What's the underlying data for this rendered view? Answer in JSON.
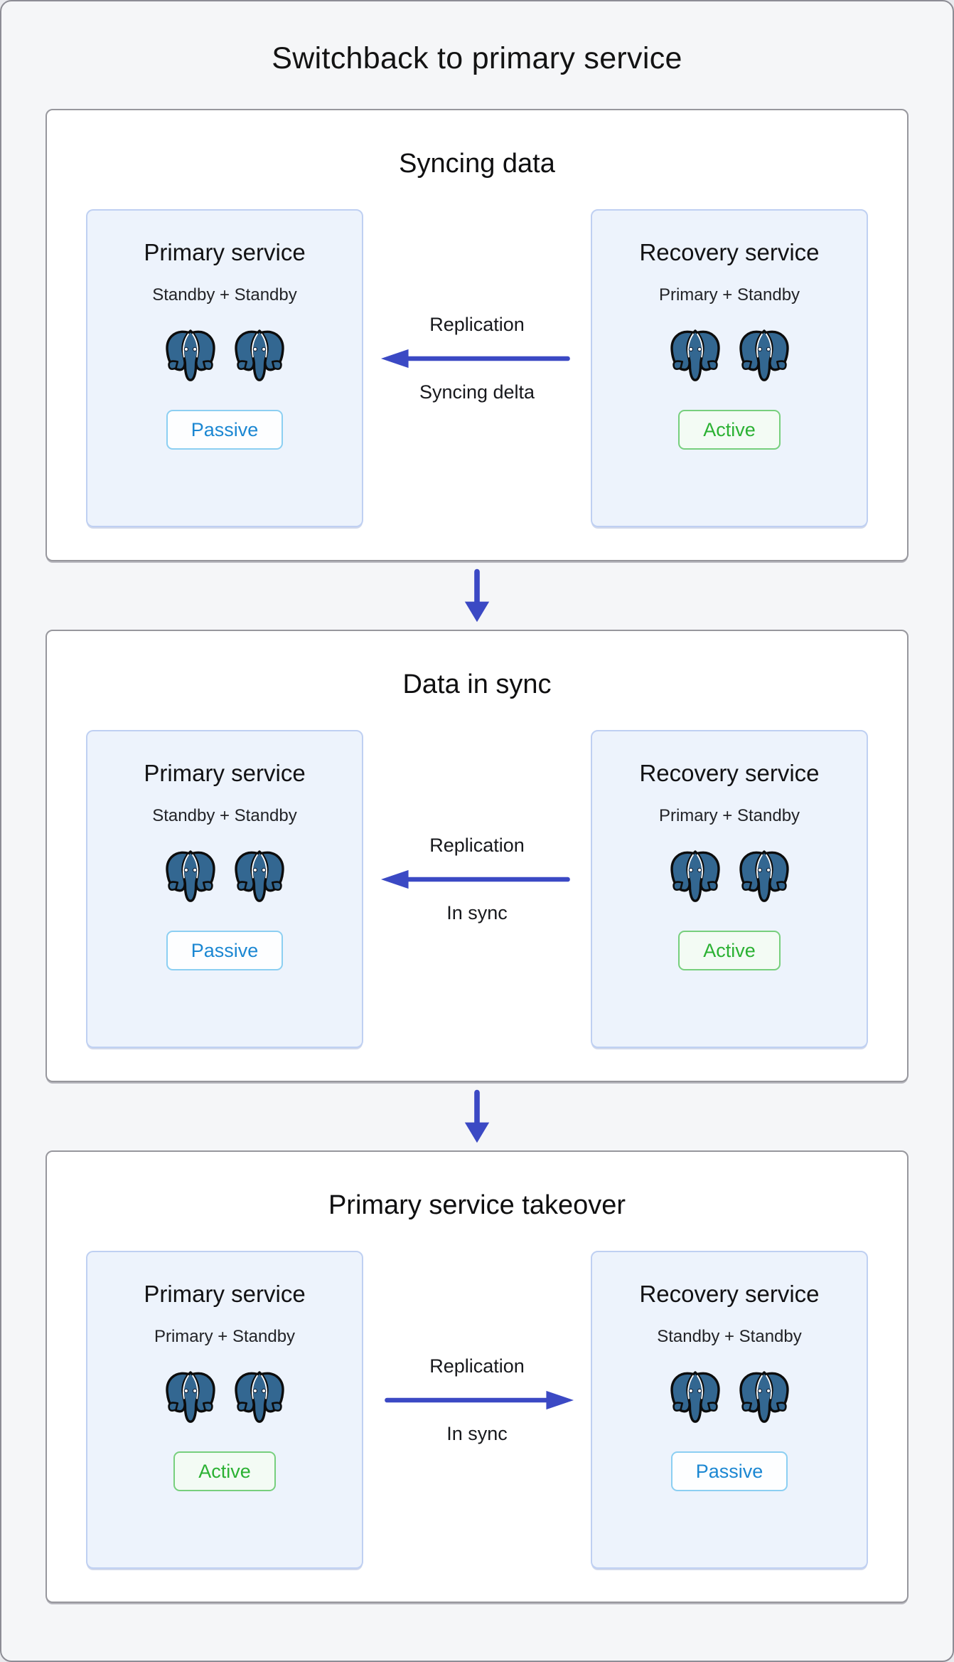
{
  "page": {
    "title": "Switchback to primary service"
  },
  "stages": [
    {
      "title": "Syncing data",
      "left": {
        "title": "Primary service",
        "subtitle": "Standby + Standby",
        "badge": "Passive",
        "badge_type": "passive"
      },
      "arrow": {
        "top": "Replication",
        "bottom": "Syncing delta",
        "direction": "left"
      },
      "right": {
        "title": "Recovery service",
        "subtitle": "Primary + Standby",
        "badge": "Active",
        "badge_type": "active"
      }
    },
    {
      "title": "Data in sync",
      "left": {
        "title": "Primary service",
        "subtitle": "Standby + Standby",
        "badge": "Passive",
        "badge_type": "passive"
      },
      "arrow": {
        "top": "Replication",
        "bottom": "In sync",
        "direction": "left"
      },
      "right": {
        "title": "Recovery service",
        "subtitle": "Primary + Standby",
        "badge": "Active",
        "badge_type": "active"
      }
    },
    {
      "title": "Primary service takeover",
      "left": {
        "title": "Primary service",
        "subtitle": "Primary + Standby",
        "badge": "Active",
        "badge_type": "active"
      },
      "arrow": {
        "top": "Replication",
        "bottom": "In sync",
        "direction": "right"
      },
      "right": {
        "title": "Recovery service",
        "subtitle": "Standby + Standby",
        "badge": "Passive",
        "badge_type": "passive"
      }
    }
  ],
  "icons": {
    "database_icon": "postgresql-elephant",
    "flow_icon": "down-arrow"
  },
  "colors": {
    "arrow_blue": "#3b49c4",
    "postgres_blue": "#336791",
    "passive_text": "#1b87d2",
    "passive_border": "#8ccff2",
    "active_text": "#2bb133",
    "active_border": "#77cf7d",
    "service_box_bg": "#edf3fc",
    "service_box_border": "#bfd0f2",
    "panel_bg": "#ffffff",
    "page_bg": "#f5f6f8"
  }
}
